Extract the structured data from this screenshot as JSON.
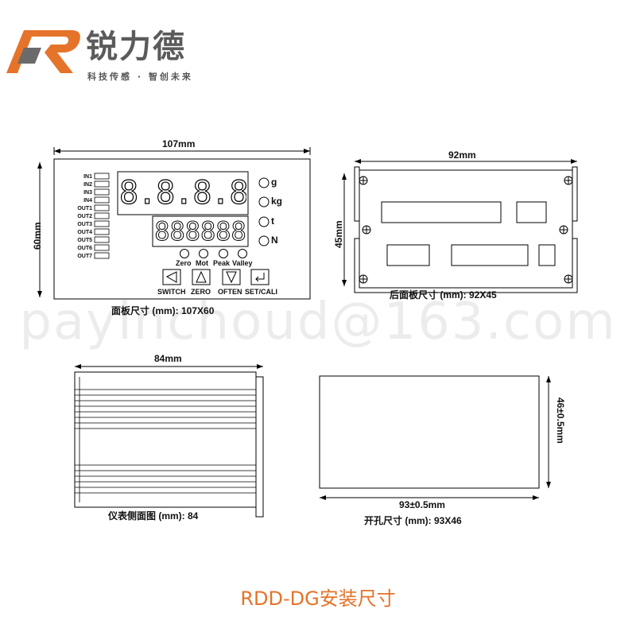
{
  "logo": {
    "brand_name": "锐力德",
    "slogan": "科技传感 · 智创未来",
    "accent_color": "#e5732a",
    "icon": "r-logo-mark"
  },
  "front_view": {
    "width_label": "107mm",
    "height_label": "60mm",
    "inputs": [
      "IN1",
      "IN2",
      "IN3",
      "IN4"
    ],
    "outputs": [
      "OUT1",
      "OUT2",
      "OUT3",
      "OUT4",
      "OUT5",
      "OUT6",
      "OUT7"
    ],
    "display_top": "8.8.8.8.8.8.",
    "display_bottom": "888888",
    "units": [
      "g",
      "kg",
      "t",
      "N"
    ],
    "indicators": [
      "Zero",
      "Mot",
      "Peak",
      "Valley"
    ],
    "key_labels": [
      "SWITCH",
      "ZERO",
      "OFTEN",
      "SET/CALI"
    ],
    "caption": "面板尺寸 (mm): 107X60"
  },
  "back_view": {
    "width_label": "92mm",
    "height_label": "45mm",
    "caption": "后面板尺寸 (mm): 92X45"
  },
  "side_view": {
    "width_label": "84mm",
    "caption": "仪表侧面图 (mm): 84"
  },
  "cutout_view": {
    "width_label": "93±0.5mm",
    "height_label": "46±0.5mm",
    "caption": "开孔尺寸 (mm): 93X46"
  },
  "title": "RDD-DG安装尺寸",
  "watermark": "payinchoud@163.com"
}
